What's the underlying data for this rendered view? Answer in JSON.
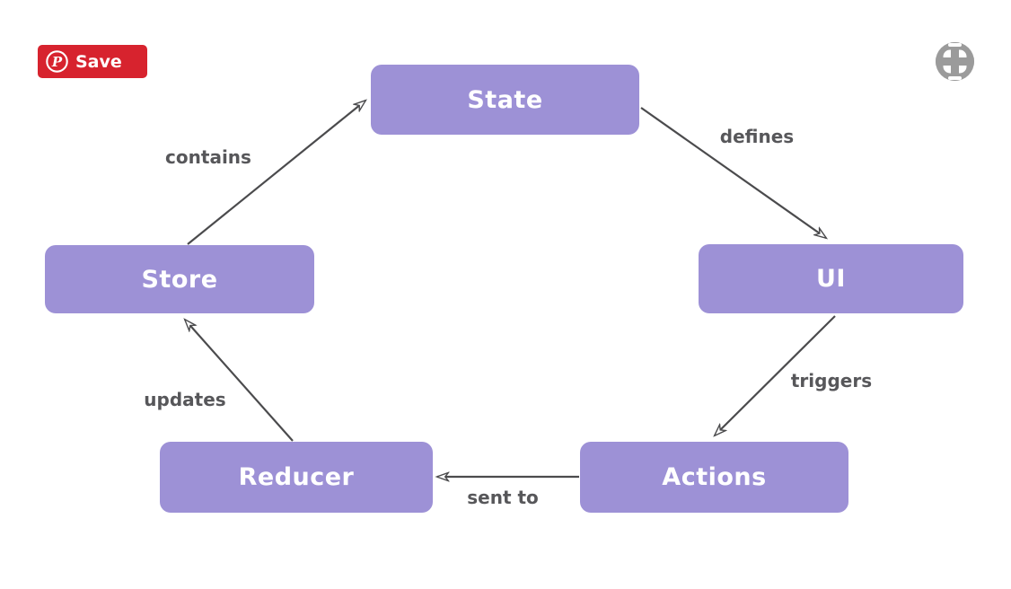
{
  "pinterest_button": {
    "label": "Save",
    "logo_glyph": "P",
    "icon": "pinterest-logo-icon",
    "background": "#d7232e"
  },
  "toolbar": {
    "expand_icon": "frame-expand-icon",
    "icon_color": "#9b9b9b"
  },
  "diagram": {
    "type": "flow-cycle",
    "node_fill": "#9d91d6",
    "node_text_color": "#ffffff",
    "edge_color": "#4b4b4d",
    "edge_label_color": "#57575a",
    "nodes": [
      {
        "id": "state",
        "label": "State"
      },
      {
        "id": "ui",
        "label": "UI"
      },
      {
        "id": "actions",
        "label": "Actions"
      },
      {
        "id": "reducer",
        "label": "Reducer"
      },
      {
        "id": "store",
        "label": "Store"
      }
    ],
    "edges": [
      {
        "from": "store",
        "to": "state",
        "label": "contains"
      },
      {
        "from": "state",
        "to": "ui",
        "label": "defines"
      },
      {
        "from": "ui",
        "to": "actions",
        "label": "triggers"
      },
      {
        "from": "actions",
        "to": "reducer",
        "label": "sent to"
      },
      {
        "from": "reducer",
        "to": "store",
        "label": "updates"
      }
    ]
  }
}
